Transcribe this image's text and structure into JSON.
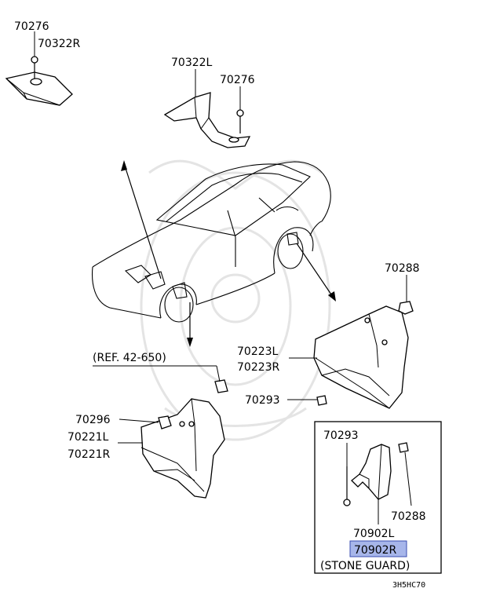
{
  "labels": {
    "p70276_a": "70276",
    "p70322R": "70322R",
    "p70322L": "70322L",
    "p70276_b": "70276",
    "p70288_a": "70288",
    "p70223L": "70223L",
    "p70223R": "70223R",
    "p70293_a": "70293",
    "ref": "(REF. 42-650)",
    "p70296": "70296",
    "p70221L": "70221L",
    "p70221R": "70221R",
    "p70293_b": "70293",
    "p70288_b": "70288",
    "p70902L": "70902L",
    "p70902R": "70902R",
    "stone_guard": "(STONE GUARD)",
    "code": "3H5HC70"
  },
  "colors": {
    "highlight": "#a7b6ea",
    "highlight_border": "#3a4db0",
    "watermark": "#e4e4e4"
  }
}
